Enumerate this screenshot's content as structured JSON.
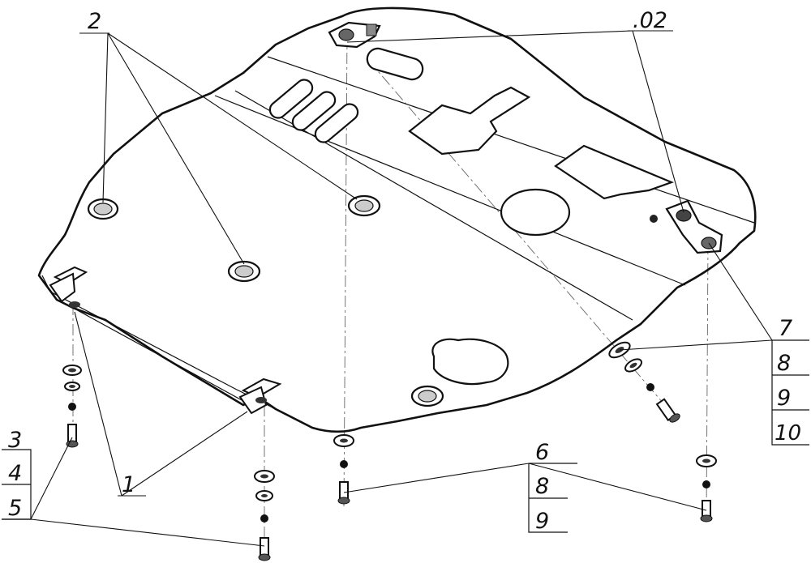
{
  "labels": {
    "plate": "1",
    "grommet": "2",
    "bracket": ".02",
    "group_left": [
      "3",
      "4",
      "5"
    ],
    "group_middle": [
      "6",
      "8",
      "9"
    ],
    "group_right": [
      "7",
      "8",
      "9",
      "10"
    ]
  }
}
